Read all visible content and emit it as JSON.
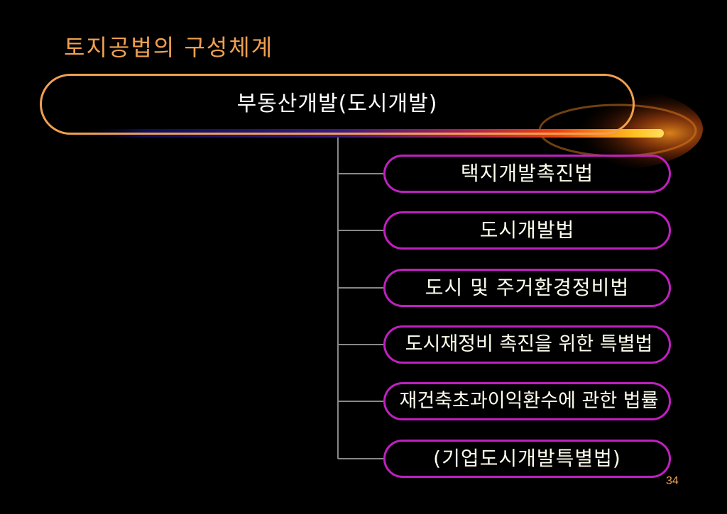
{
  "slide": {
    "title": "토지공법의 구성체계",
    "page_number": "34"
  },
  "diagram": {
    "root": {
      "label": "부동산개발(도시개발)"
    },
    "children": [
      {
        "label": "택지개발촉진법"
      },
      {
        "label": "도시개발법"
      },
      {
        "label": "도시 및 주거환경정비법"
      },
      {
        "label": "도시재정비 촉진을 위한 특별법"
      },
      {
        "label": "재건축초과이익환수에 관한 법률"
      },
      {
        "label": "(기업도시개발특별법)"
      }
    ]
  },
  "colors": {
    "background": "#000000",
    "title": "#F0A050",
    "root_border": "#F0A050",
    "child_border": "#C020C0",
    "connector": "#888888",
    "label_text": "#FFFFEE"
  }
}
